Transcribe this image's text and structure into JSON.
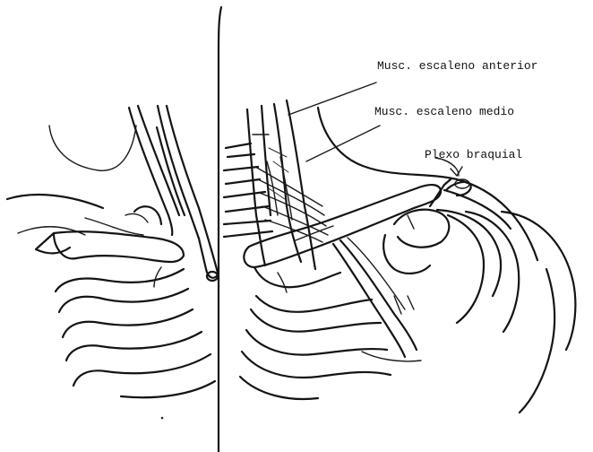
{
  "labels": {
    "anterior": "Musc. escaleno anterior",
    "medio": "Musc. escaleno medio",
    "plexo": "Plexo braquial"
  }
}
